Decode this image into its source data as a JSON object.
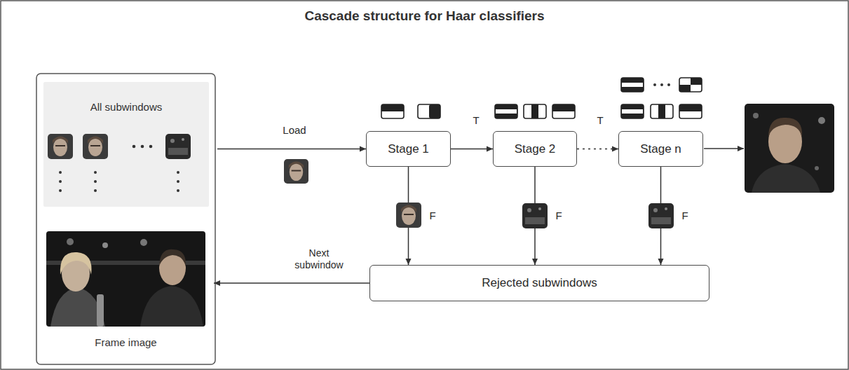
{
  "diagram": {
    "title": "Cascade structure for Haar classifiers",
    "nodes": [
      {
        "text": [
          "All subwindows"
        ]
      },
      {
        "text": [
          "Frame image"
        ]
      },
      {
        "text": [
          "Stage 1"
        ]
      },
      {
        "text": [
          "Stage 2"
        ]
      },
      {
        "text": [
          "Stage n"
        ]
      },
      {
        "text": [
          "Rejected subwindows"
        ]
      }
    ],
    "edges": [
      {
        "from": 0,
        "to": 2,
        "label": "Load",
        "arrow": "to"
      },
      {
        "from": 2,
        "to": 3,
        "label": "T",
        "arrow": "to"
      },
      {
        "from": 3,
        "to": 4,
        "label": "T",
        "arrow": "to"
      },
      {
        "from": 2,
        "to": 5,
        "label": "F",
        "arrow": "to"
      },
      {
        "from": 3,
        "to": 5,
        "label": "F",
        "arrow": "to"
      },
      {
        "from": 4,
        "to": 5,
        "label": "F",
        "arrow": "to"
      },
      {
        "from": 5,
        "to": 1,
        "label": "Next subwindow",
        "arrow": "to"
      }
    ]
  }
}
